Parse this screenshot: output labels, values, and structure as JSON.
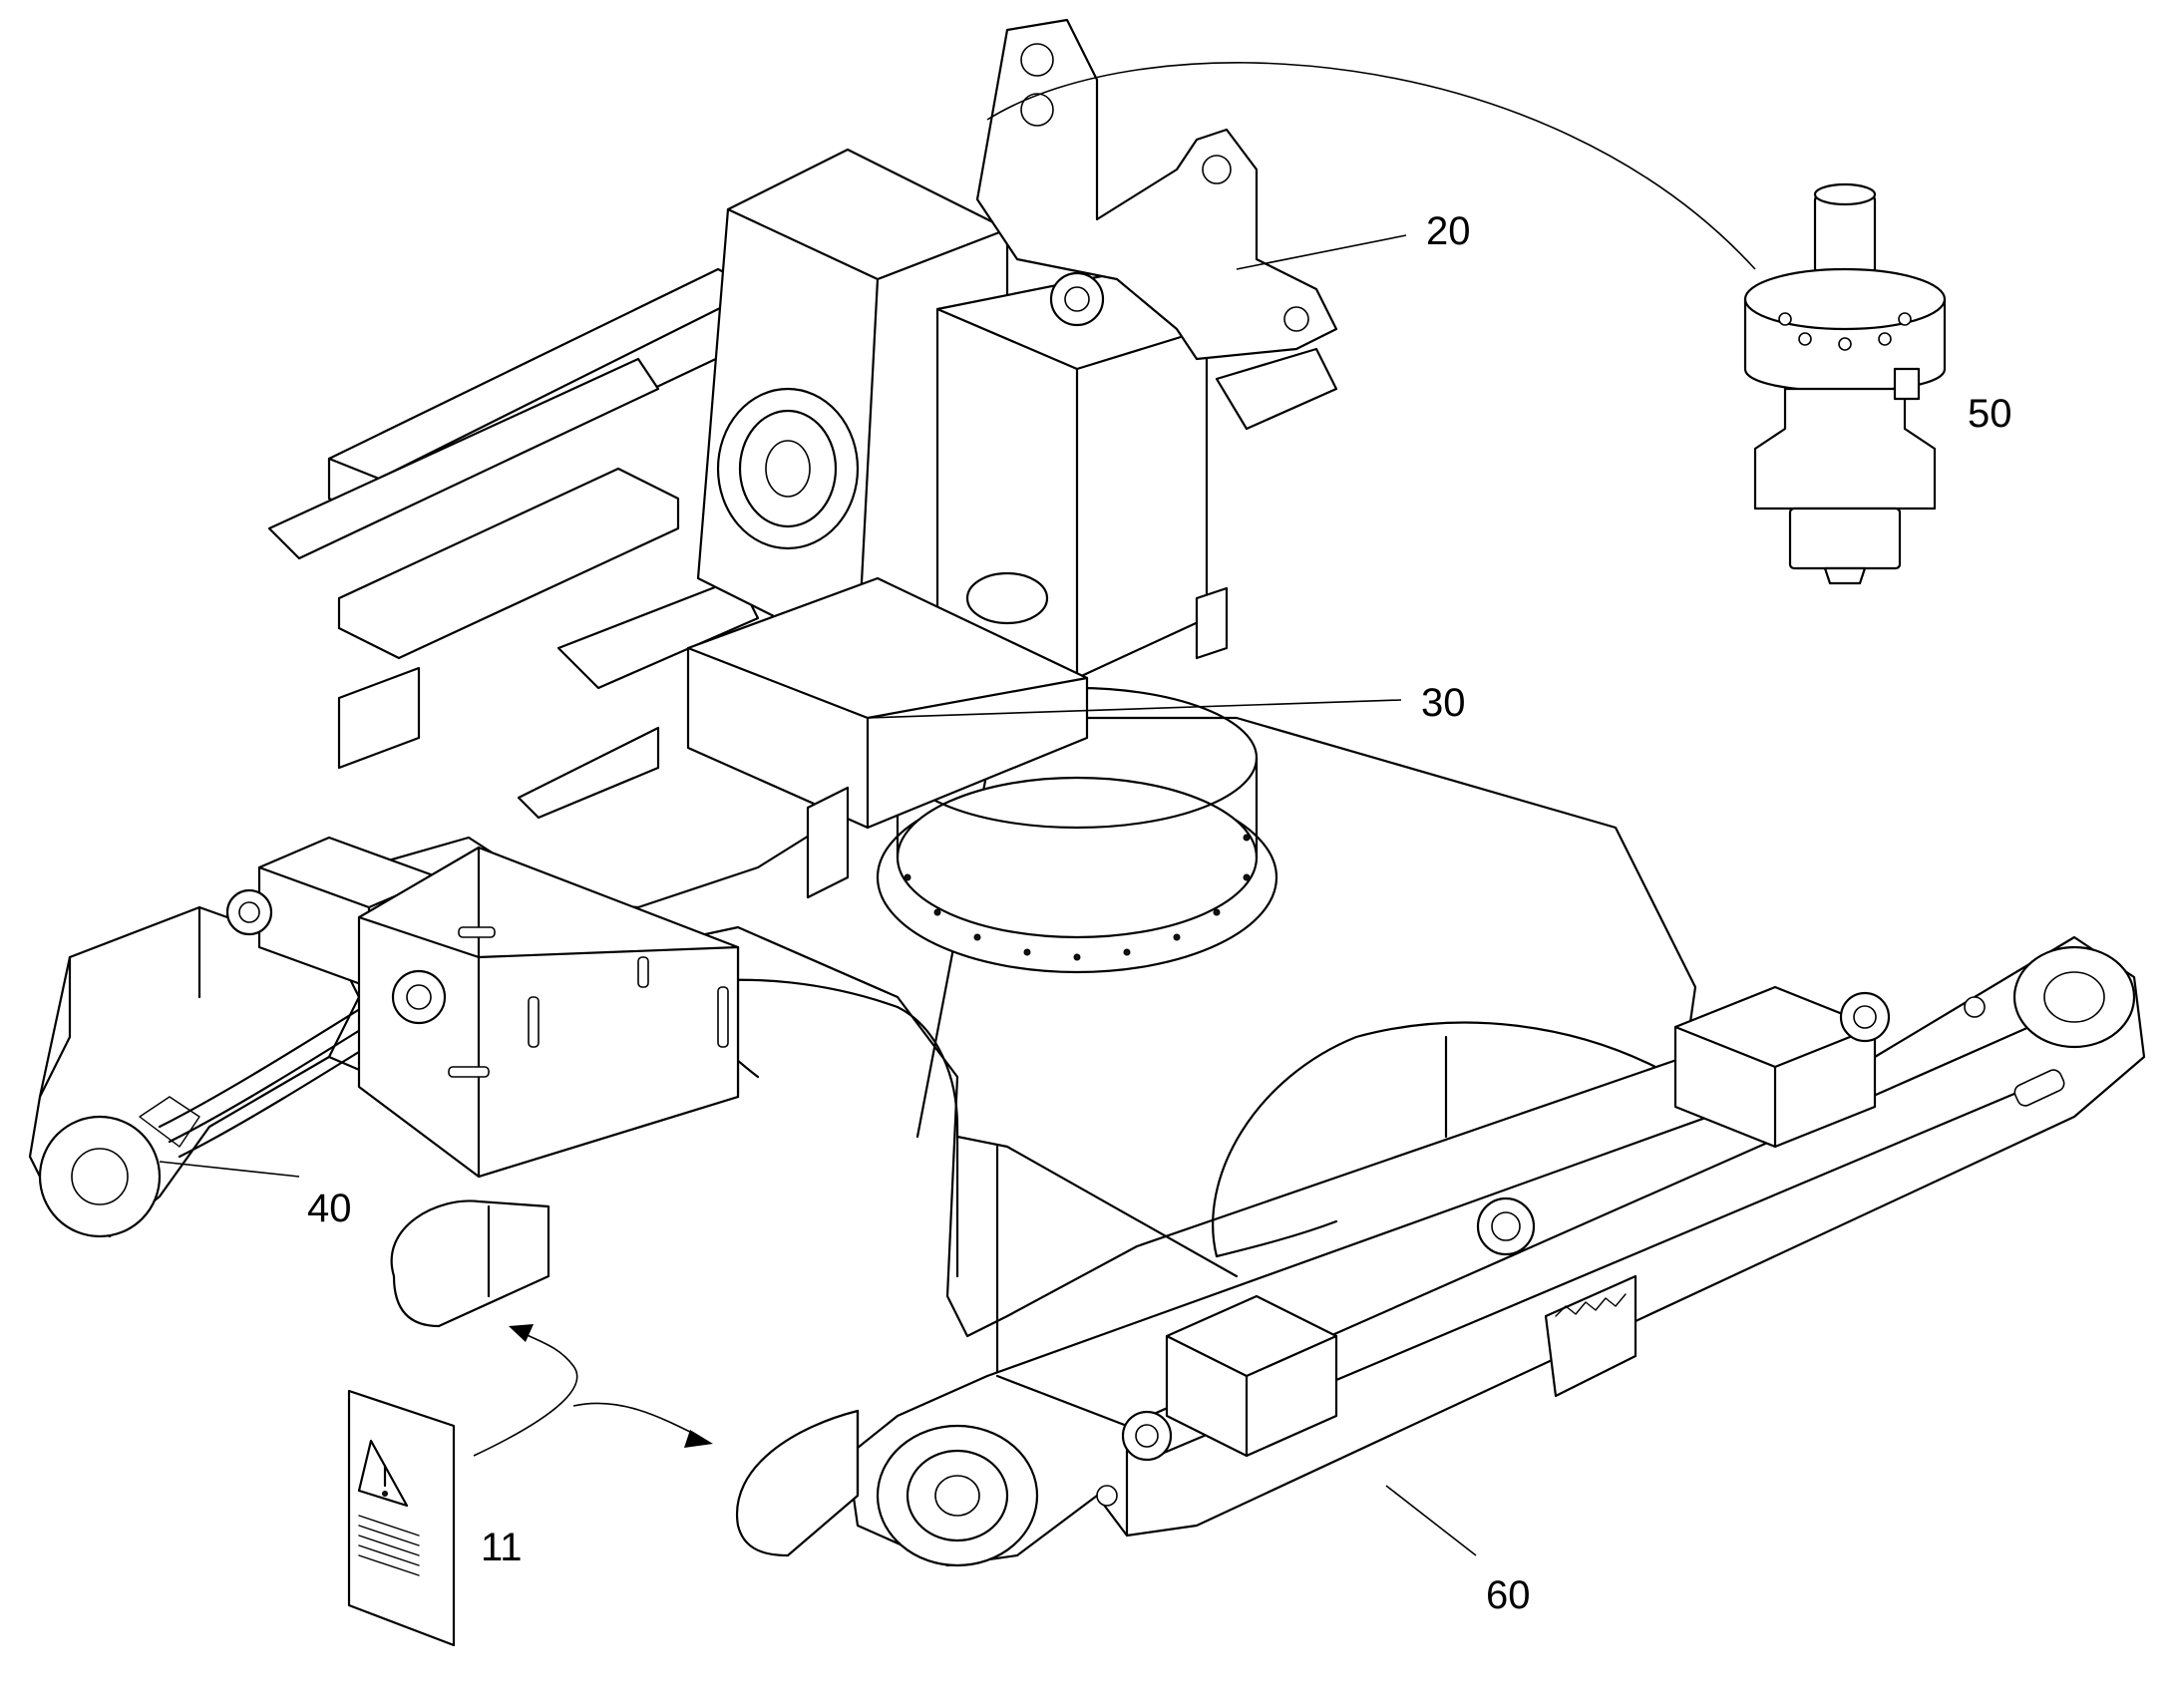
{
  "callouts": {
    "c20": "20",
    "c30": "30",
    "c40": "40",
    "c50": "50",
    "c60": "60",
    "c11": "11"
  }
}
